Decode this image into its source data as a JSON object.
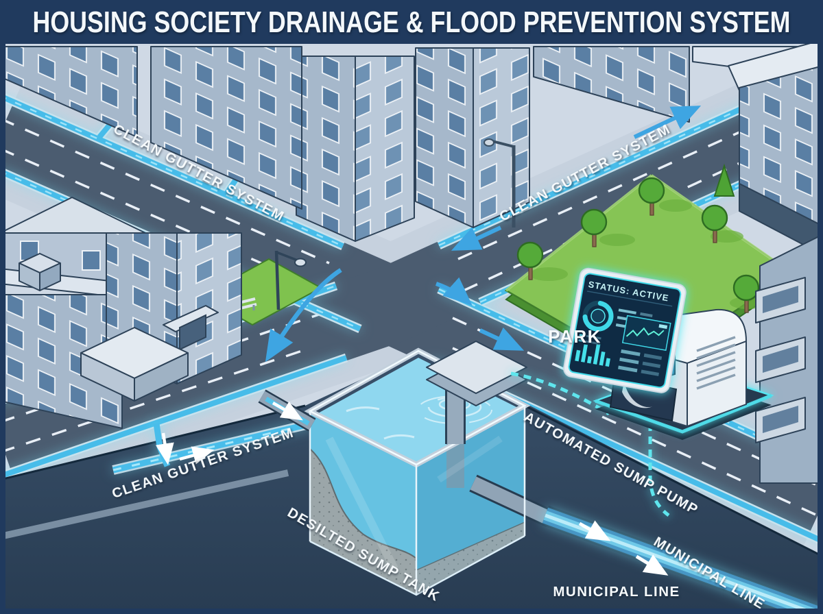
{
  "title": "HOUSING SOCIETY DRAINAGE & FLOOD PREVENTION SYSTEM",
  "labels": {
    "gutter_top_left": "CLEAN GUTTER SYSTEM",
    "gutter_top_right": "CLEAN GUTTER SYSTEM",
    "gutter_underground": "CLEAN GUTTER SYSTEM",
    "park": "PARK",
    "sump_pump": "AUTOMATED SUMP PUMP",
    "sump_tank": "DESILTED SUMP TANK",
    "municipal_line_a": "MUNICIPAL LINE",
    "municipal_line_b": "MUNICIPAL LINE"
  },
  "control_panel": {
    "status": "STATUS: ACTIVE"
  },
  "colors": {
    "banner_navy": "#203a5e",
    "road": "#4b5c70",
    "sidewalk": "#c6d1de",
    "gutter_water": "#47bce9",
    "park_green": "#86c455",
    "underground": "#33485e",
    "tank_water": "#6fc8e6",
    "glow_cyan": "#52e6f0",
    "arrow_blue": "#3ea5e2"
  }
}
